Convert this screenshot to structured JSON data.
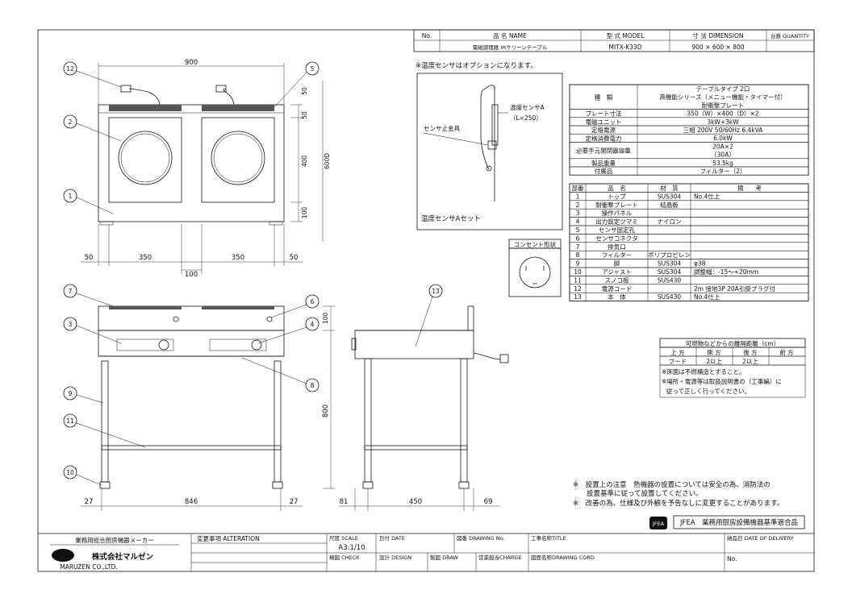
{
  "header": {
    "no_label": "No.",
    "name_label": "品 名 NAME",
    "model_label": "型 式 MODEL",
    "dimension_label": "寸 法 DIMENSION",
    "quantity_label": "台数 QUANTITY",
    "name_value": "電磁調理器 IHクリーンテーブル",
    "model_value": "MITX-K33D",
    "dimension_value": "900 × 600 × 800"
  },
  "front_view": {
    "width_total": "900",
    "widths": [
      "50",
      "350",
      "350",
      "50"
    ],
    "gap": "100",
    "heights": [
      "50",
      "50",
      "400",
      "100"
    ],
    "depth_total": "600D",
    "callouts": [
      "12",
      "5",
      "2",
      "1"
    ]
  },
  "elevation": {
    "callouts": [
      "7",
      "6",
      "3",
      "4",
      "8",
      "9",
      "11",
      "10"
    ],
    "height_top": "100",
    "height_total": "800",
    "bottom_dims": [
      "27",
      "846",
      "27"
    ]
  },
  "side_view": {
    "callout": "13",
    "bottom_dims": [
      "81",
      "450",
      "69"
    ]
  },
  "sensor": {
    "note": "※温度センサはオプションになります。",
    "label_a": "温度センサA",
    "label_len": "（L=250）",
    "fixture": "センサ止金具",
    "set_label": "温度センサAセット"
  },
  "outlet": {
    "label": "コンセント形状"
  },
  "spec_table": [
    {
      "k": "種　類",
      "v": [
        "テーブルタイプ 2口",
        "高機能シリーズ（メニュー機能・タイマー付）",
        "耐衝撃プレート"
      ]
    },
    {
      "k": "プレート寸法",
      "v": [
        "350（W）×400（D）×2"
      ]
    },
    {
      "k": "電磁ユニット",
      "v": [
        "3kW+3kW"
      ]
    },
    {
      "k": "定格電源",
      "v": [
        "三相 200V 50/60Hz 6.4kVA"
      ]
    },
    {
      "k": "定格消費電力",
      "v": [
        "6.0kW"
      ]
    },
    {
      "k": "必要手元開閉器容量",
      "v": [
        "20A×2",
        "（30A）"
      ]
    },
    {
      "k": "製品重量",
      "v": [
        "53.5kg"
      ]
    },
    {
      "k": "付属品",
      "v": [
        "フィルター（2）"
      ]
    }
  ],
  "parts_header": [
    "部番",
    "品　名",
    "材　質",
    "摘　　考"
  ],
  "parts": [
    [
      "1",
      "トップ",
      "SUS304",
      "No.4仕上"
    ],
    [
      "2",
      "耐衝撃プレート",
      "結晶板",
      ""
    ],
    [
      "3",
      "操作パネル",
      "",
      ""
    ],
    [
      "4",
      "出力設定ツマミ",
      "ナイロン",
      ""
    ],
    [
      "5",
      "センサ固定孔",
      "",
      ""
    ],
    [
      "6",
      "センサコネクタ",
      "",
      ""
    ],
    [
      "7",
      "排気口",
      "",
      ""
    ],
    [
      "8",
      "フィルター",
      "ポリプロピレン",
      ""
    ],
    [
      "9",
      "脚",
      "SUS304",
      "φ38"
    ],
    [
      "10",
      "アジャスト",
      "SUS304",
      "調整幅：-15～+20mm"
    ],
    [
      "11",
      "スノコ板",
      "SUS430",
      ""
    ],
    [
      "12",
      "電源コード",
      "",
      "2m 接地3P 20A引掛プラグ付"
    ],
    [
      "13",
      "本　体",
      "SUS430",
      "No.4仕上"
    ]
  ],
  "clearance": {
    "title": "可燃物などからの離隔距離（cm）",
    "cols": [
      "上 方",
      "側 方",
      "後 方",
      "前 方"
    ],
    "row_label": "フード",
    "row_vals": [
      "2以上",
      "2以上"
    ],
    "notes": [
      "※床面は不燃構造とすること。",
      "※場所・電源等は取扱説明書の（工事編）に",
      "従って正しく行ってください。"
    ]
  },
  "footnotes": [
    "※　設置上の注意　熱機器の設置については安全の為、消防法の",
    "　　設置基準に従って設置してください。",
    "※　改善の為、仕様及び外観を予告なしに変更することがあります。"
  ],
  "jfea": {
    "mark": "JFEA",
    "text": "JFEA　業務用厨房設備機器基準適合品"
  },
  "title_block": {
    "maker_cat": "業務用総合厨房機器メーカー",
    "maker_name": "株式会社マルゼン",
    "maker_en": "MARUZEN CO.,LTD.",
    "alteration": "変更事項 ALTERATION",
    "scale_label": "尺度 SCALE",
    "scale_value": "A3:1/10",
    "date_label": "日付 DATE",
    "drawing_no": "図番 DRAWING No.",
    "title_label": "工事名称TITLE",
    "delivery": "納品日 DATE OF DELIVERY",
    "check": "検図 CHECK",
    "design": "設計 DESIGN",
    "draw": "製図 DRAW",
    "charge": "営業担当CHARGE",
    "cord": "図面名称DRAWING CORD",
    "no": "No."
  }
}
